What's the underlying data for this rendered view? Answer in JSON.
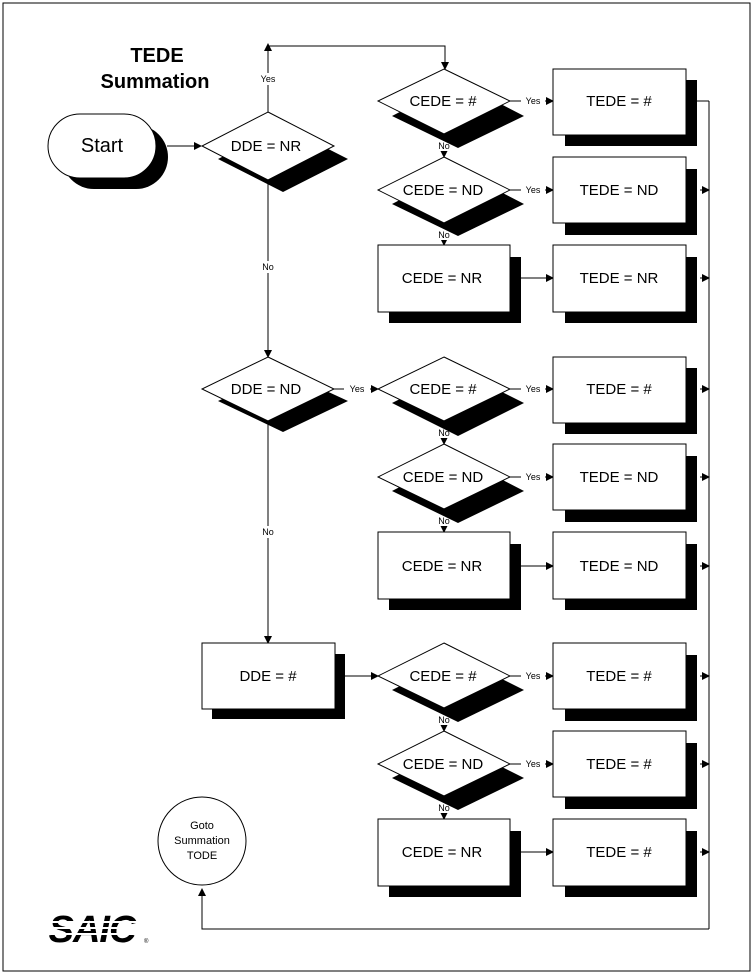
{
  "title": {
    "line1": "TEDE",
    "line2": "Summation"
  },
  "start_label": "Start",
  "goto": {
    "line1": "Goto",
    "line2": "Summation",
    "line3": "TODE"
  },
  "logo_text": "SAIC",
  "dde": {
    "nr": "DDE = NR",
    "nd": "DDE = ND",
    "num": "DDE = #"
  },
  "cede": {
    "num": "CEDE = #",
    "nd": "CEDE = ND",
    "nr": "CEDE = NR"
  },
  "tede": {
    "num": "TEDE = #",
    "nd": "TEDE = ND",
    "nr": "TEDE = NR"
  },
  "edge": {
    "yes": "Yes",
    "no": "No"
  }
}
